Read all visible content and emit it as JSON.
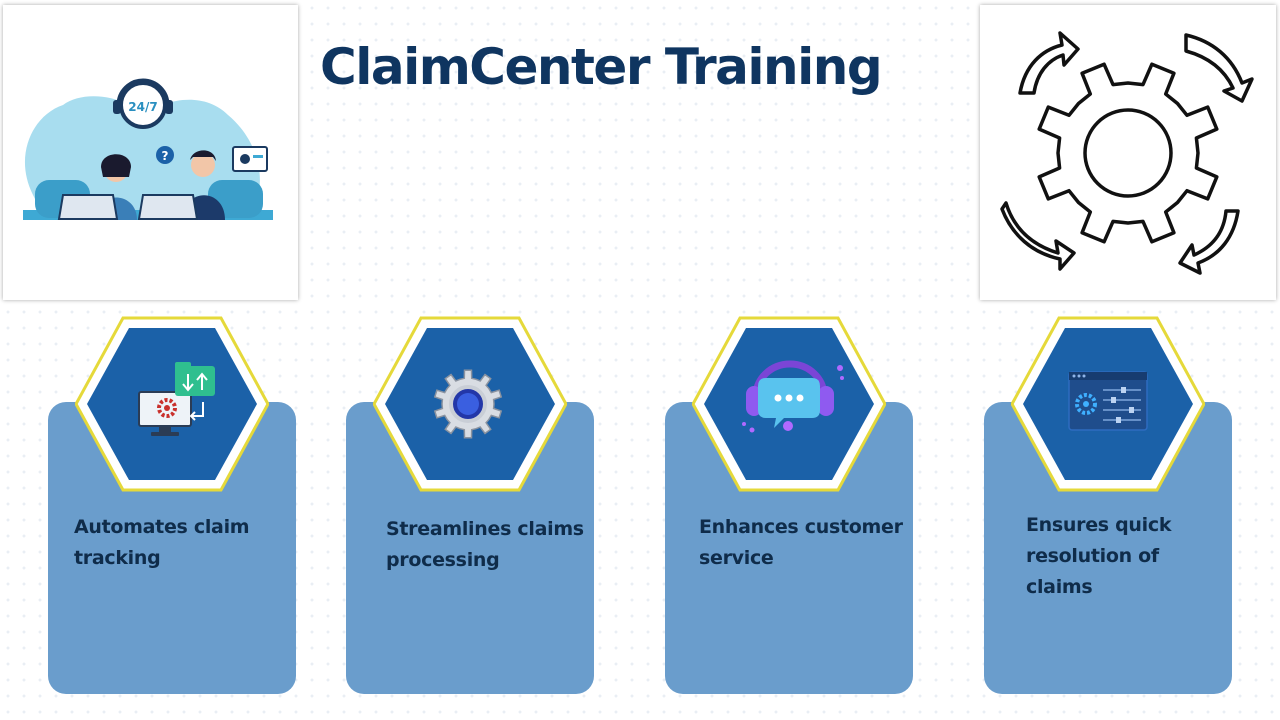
{
  "header": {
    "title": "ClaimCenter Training"
  },
  "illustration": {
    "headset_badge": "24/7",
    "help_bubble": "?"
  },
  "colors": {
    "title": "#0f3560",
    "card_fill": "#6a9dcc",
    "hex_fill": "#1b61a8",
    "hex_outline": "#e5d93a",
    "card_text": "#0f2c4a"
  },
  "cards": [
    {
      "text": "Automates claim tracking",
      "icon": "computer-settings-icon"
    },
    {
      "text": "Streamlines claims processing",
      "icon": "gear-icon"
    },
    {
      "text": "Enhances customer service",
      "icon": "headset-chat-icon"
    },
    {
      "text": "Ensures quick resolution of claims",
      "icon": "settings-panel-icon"
    }
  ]
}
